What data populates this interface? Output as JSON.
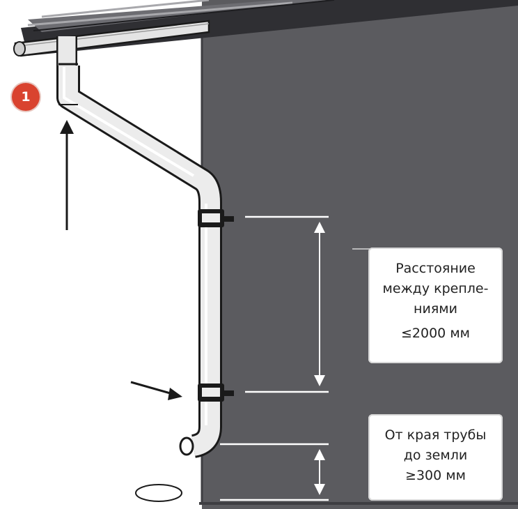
{
  "callout": {
    "number": "1",
    "color": "#d9432f"
  },
  "labels": {
    "spacing": {
      "line1": "Расстояние",
      "line2": "между крепле-",
      "line3": "ниями",
      "value": "≤2000 мм"
    },
    "ground": {
      "line1": "От края трубы",
      "line2": "до земли",
      "value": "≥300 мм"
    }
  },
  "colors": {
    "wall": "#5b5b5f",
    "pipe": "#e9e9e9",
    "outline": "#1a1a1a",
    "dimension_line": "#ffffff"
  }
}
